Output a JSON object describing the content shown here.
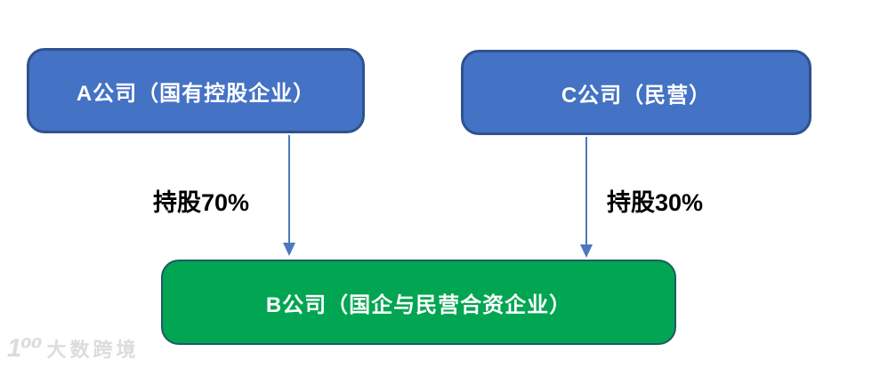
{
  "diagram": {
    "title_hint": "equity-ownership-structure",
    "nodes": [
      {
        "id": "company-a",
        "label": "A公司（国有控股企业）",
        "role": "parent-shareholder",
        "fill": "#4472C4",
        "border": "#2F528F",
        "text_color": "#FFFFFF"
      },
      {
        "id": "company-c",
        "label": "C公司（民营）",
        "role": "parent-shareholder",
        "fill": "#4472C4",
        "border": "#2F528F",
        "text_color": "#FFFFFF"
      },
      {
        "id": "company-b",
        "label": "B公司（国企与民营合资企业）",
        "role": "joint-venture-subsidiary",
        "fill": "#02A551",
        "border": "#1E5A66",
        "text_color": "#FFFFFF"
      }
    ],
    "edges": [
      {
        "from": "company-a",
        "to": "company-b",
        "label": "持股70%",
        "percent": 70
      },
      {
        "from": "company-c",
        "to": "company-b",
        "label": "持股30%",
        "percent": 30
      }
    ],
    "colors": {
      "arrow": "#4B79BE",
      "edge_label_text": "#000000",
      "background": "#FFFFFF"
    }
  },
  "watermark": {
    "logo": "1⁰⁰",
    "text": "大数跨境",
    "color": "#DCDCDC"
  }
}
